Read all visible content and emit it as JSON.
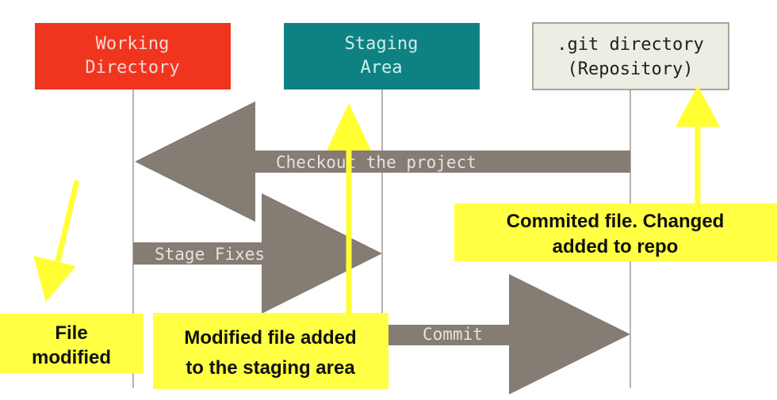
{
  "stages": {
    "working": {
      "line1": "Working",
      "line2": "Directory",
      "fill": "#F0351E",
      "text_color": "#F7D8D2"
    },
    "staging": {
      "line1": "Staging",
      "line2": "Area",
      "fill": "#0E8283",
      "text_color": "#CFEDEB"
    },
    "repository": {
      "line1": ".git directory",
      "line2": "(Repository)",
      "fill": "#EDEDE4",
      "text_color": "#1F1F1F"
    }
  },
  "arrows": {
    "checkout": {
      "label": "Checkout the project"
    },
    "stage": {
      "label": "Stage Fixes"
    },
    "commit": {
      "label": "Commit"
    },
    "fill": "#857C73",
    "label_color": "#E8E3DC"
  },
  "annotations": {
    "file_modified": {
      "line1": "File",
      "line2": "modified"
    },
    "staged": {
      "line1": "Modified file added",
      "line2": "to the staging area"
    },
    "committed": {
      "line1": "Commited file. Changed",
      "line2": "added to repo"
    },
    "fill": "#FFFF44",
    "text_color": "#111111"
  },
  "colors": {
    "lifeline": "#B7B2AD",
    "highlight_arrow": "#FFFF33"
  }
}
